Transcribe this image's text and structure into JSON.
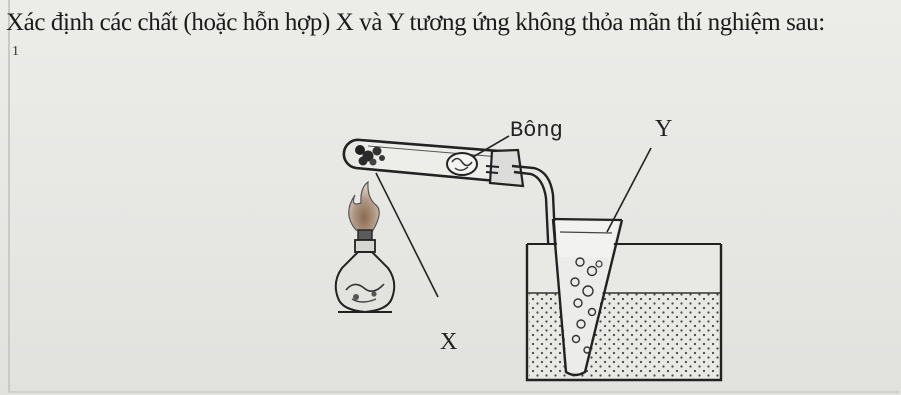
{
  "question": {
    "text": "Xác định các chất (hoặc hỗn hợp) X và Y tương ứng không thỏa mãn thí nghiệm sau:",
    "marker": "1"
  },
  "diagram": {
    "labels": {
      "cotton": "Bông",
      "y": "Y",
      "x": "X"
    }
  }
}
